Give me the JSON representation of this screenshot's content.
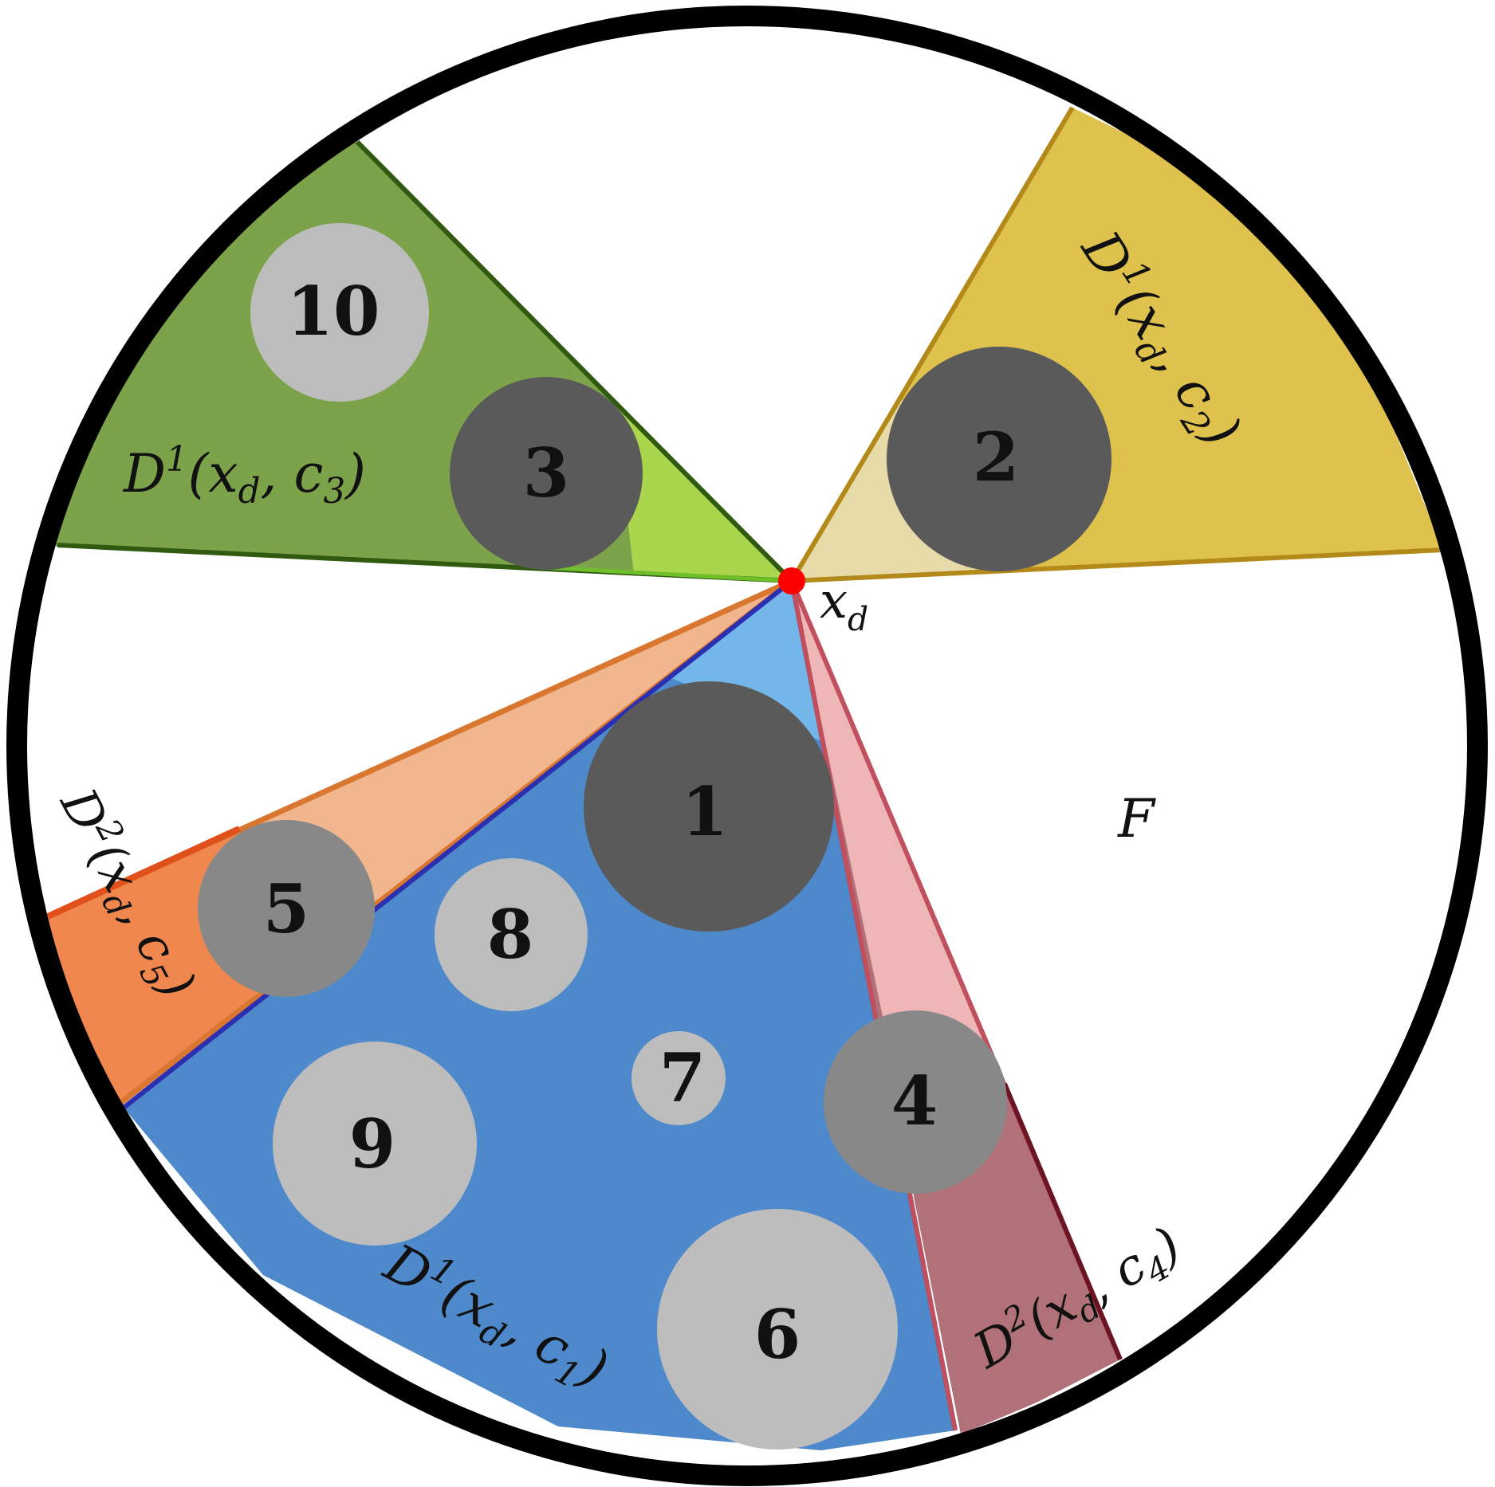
{
  "point": {
    "label": "x",
    "label_sub": "d",
    "color": "#ff0000"
  },
  "free_space_label": "F",
  "regions": [
    {
      "id": "c1",
      "sup": "1",
      "fill": "#4e89cc",
      "tip_fill": "#72b6ea",
      "edge": "#2b2fb0",
      "label": {
        "pre": "D",
        "sup": "1",
        "mid": "(x",
        "sub": "d",
        "post": ", c",
        "csub": "1",
        "end": ")"
      }
    },
    {
      "id": "c2",
      "sup": "1",
      "fill": "#dfc24e",
      "tip_fill": "#e8dbaa",
      "edge": "#b38a1a",
      "label": {
        "pre": "D",
        "sup": "1",
        "mid": "(x",
        "sub": "d",
        "post": ", c",
        "csub": "2",
        "end": ")"
      }
    },
    {
      "id": "c3",
      "sup": "1",
      "fill": "#7da34a",
      "tip_fill": "#a9d64c",
      "edge": "#2f5a10",
      "label": {
        "pre": "D",
        "sup": "1",
        "mid": "(x",
        "sub": "d",
        "post": ", c",
        "csub": "3",
        "end": ")"
      }
    },
    {
      "id": "c4",
      "sup": "2",
      "fill": "#b07278",
      "tip_fill": "#efb6b8",
      "edge": "#6b1424",
      "label": {
        "pre": "D",
        "sup": "2",
        "mid": "(x",
        "sub": "d",
        "post": ", c",
        "csub": "4",
        "end": ")"
      }
    },
    {
      "id": "c5",
      "sup": "2",
      "fill": "#f0874e",
      "tip_fill": "#f1b68e",
      "edge": "#e0501a",
      "label": {
        "pre": "D",
        "sup": "2",
        "mid": "(x",
        "sub": "d",
        "post": ", c",
        "csub": "5",
        "end": ")"
      }
    }
  ],
  "obstacles": [
    {
      "label": "1",
      "shade": "dark"
    },
    {
      "label": "2",
      "shade": "dark"
    },
    {
      "label": "3",
      "shade": "dark"
    },
    {
      "label": "4",
      "shade": "mid"
    },
    {
      "label": "5",
      "shade": "mid"
    },
    {
      "label": "6",
      "shade": "light"
    },
    {
      "label": "7",
      "shade": "light"
    },
    {
      "label": "8",
      "shade": "light"
    },
    {
      "label": "9",
      "shade": "light"
    },
    {
      "label": "10",
      "shade": "light"
    }
  ],
  "colors": {
    "dark": "#5a5a5a",
    "mid": "#888888",
    "light": "#bdbdbd",
    "boundary": "#000000"
  }
}
